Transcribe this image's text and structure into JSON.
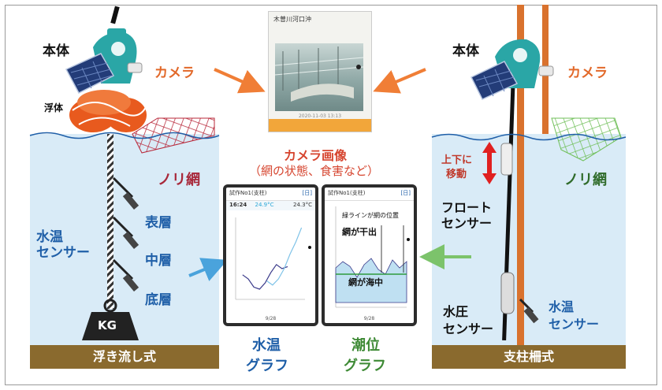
{
  "left_panel": {
    "label_main_unit": "本体",
    "label_float": "浮体",
    "label_camera": "カメラ",
    "label_nori_net": "ノリ網",
    "label_water_temp_sensor_line1": "水温",
    "label_water_temp_sensor_line2": "センサー",
    "depth_levels": [
      "表層",
      "中層",
      "底層"
    ],
    "weight_label": "KG",
    "footer": "浮き流し式"
  },
  "right_panel": {
    "label_main_unit": "本体",
    "label_camera": "カメラ",
    "label_updown_line1": "上下に",
    "label_updown_line2": "移動",
    "label_nori_net": "ノリ網",
    "label_float_sensor_line1": "フロート",
    "label_float_sensor_line2": "センサー",
    "label_pressure_sensor_line1": "水圧",
    "label_pressure_sensor_line2": "センサー",
    "label_water_temp_sensor_line1": "水温",
    "label_water_temp_sensor_line2": "センサー",
    "footer": "支柱柵式"
  },
  "camera_image": {
    "title": "木曽川河口沖",
    "timestamp": "2020-11-03 13:13",
    "caption_line1": "カメラ画像",
    "caption_line2": "（網の状態、食害など）"
  },
  "temp_graph_screen": {
    "title": "試作No1(支柱)",
    "period_button": "[日]",
    "time": "16:24",
    "reading_1": "24.9°C",
    "reading_2": "24.3°C",
    "x_label": "9/28",
    "caption_line1": "水温",
    "caption_line2": "グラフ"
  },
  "tide_graph_screen": {
    "title": "試作No1(支柱)",
    "period_button": "[日]",
    "annotation_green_line": "緑ラインが網の位置",
    "annotation_dry": "網が干出",
    "annotation_sea": "網が海中",
    "x_label": "9/28",
    "caption_line1": "潮位",
    "caption_line2": "グラフ"
  },
  "colors": {
    "water": "#d9ebf7",
    "footer_bar": "#8a6a2e",
    "label_blue": "#1f5fa8",
    "label_red": "#c0392b",
    "label_orange": "#e2692a",
    "label_green": "#3e8a35",
    "device_teal": "#2aa6a6",
    "float_orange": "#e85a1e",
    "arrow_orange": "#f07e36",
    "arrow_blue": "#4aa3dc",
    "arrow_green": "#7cc36b",
    "arrow_red": "#e02020",
    "pole": "#d9722e"
  },
  "chart_data": [
    {
      "type": "line",
      "title": "試作No1(支柱)",
      "xlabel": "9/28",
      "series": [
        {
          "name": "water_temp_dark",
          "values": [
            22.6,
            22.4,
            22.0,
            21.9,
            22.2,
            22.7,
            23.1,
            22.9,
            23.0
          ]
        },
        {
          "name": "water_temp_light",
          "values": [
            22.3,
            22.1,
            22.4,
            22.9,
            23.6,
            24.2,
            24.9
          ]
        }
      ]
    },
    {
      "type": "area",
      "title": "試作No1(支柱)",
      "xlabel": "9/28",
      "series": [
        {
          "name": "tide_level",
          "values": [
            0.4,
            0.8,
            0.5,
            -0.2,
            0.6,
            1.0,
            0.3,
            0.0,
            0.9,
            0.4,
            0.8
          ]
        },
        {
          "name": "net_position",
          "values": [
            0,
            0,
            0,
            0,
            0,
            0,
            0,
            0,
            0,
            0,
            0
          ]
        }
      ]
    }
  ]
}
